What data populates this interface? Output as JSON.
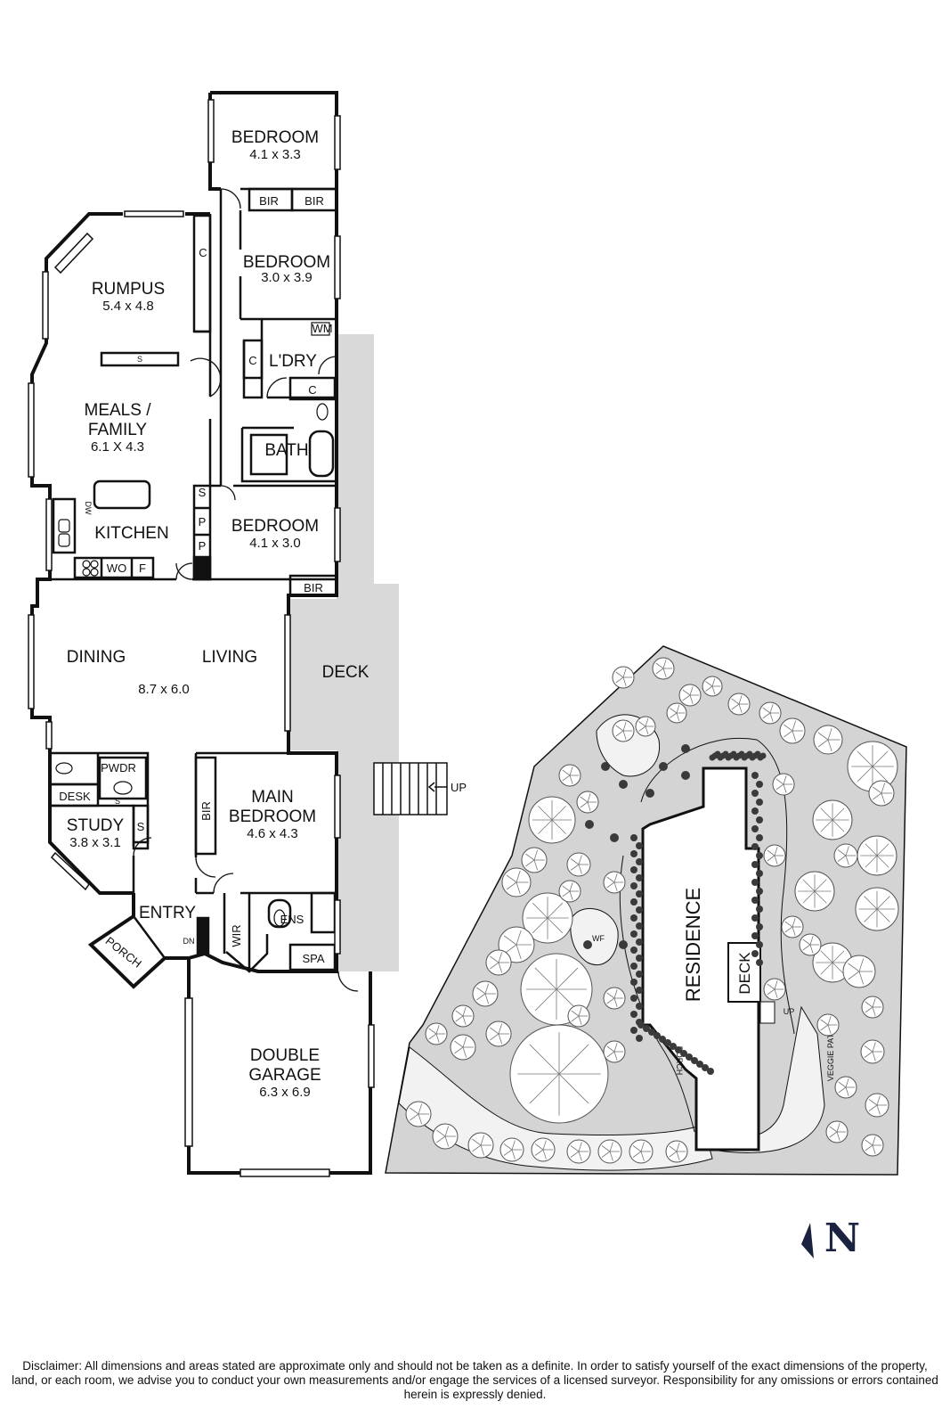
{
  "floorplan": {
    "rooms": {
      "bedroom_top": {
        "name": "BEDROOM",
        "dim": "4.1 x 3.3"
      },
      "bedroom_second": {
        "name": "BEDROOM",
        "dim": "3.0 x 3.9"
      },
      "rumpus": {
        "name": "RUMPUS",
        "dim": "5.4 x 4.8"
      },
      "meals_family": {
        "name_line1": "MEALS /",
        "name_line2": "FAMILY",
        "dim": "6.1 X 4.3"
      },
      "laundry": {
        "name": "L'DRY"
      },
      "bath": {
        "name": "BATH"
      },
      "kitchen": {
        "name": "KITCHEN"
      },
      "bedroom_third": {
        "name": "BEDROOM",
        "dim": "4.1 x 3.0"
      },
      "dining": {
        "name": "DINING"
      },
      "living": {
        "name": "LIVING"
      },
      "dining_living_dim": "8.7 x 6.0",
      "deck": {
        "name": "DECK"
      },
      "pwdr": {
        "name": "PWDR"
      },
      "desk": {
        "name": "DESK"
      },
      "study": {
        "name": "STUDY",
        "dim": "3.8 x 3.1"
      },
      "main_bedroom": {
        "name_line1": "MAIN",
        "name_line2": "BEDROOM",
        "dim": "4.6 x 4.3"
      },
      "entry": {
        "name": "ENTRY"
      },
      "porch": {
        "name": "PORCH"
      },
      "wir": {
        "name": "WIR"
      },
      "ens": {
        "name": "ENS"
      },
      "spa": {
        "name": "SPA"
      },
      "garage": {
        "name_line1": "DOUBLE",
        "name_line2": "GARAGE",
        "dim": "6.3 x 6.9"
      }
    },
    "fixtures": {
      "bir": "BIR",
      "c": "C",
      "s": "S",
      "p": "P",
      "wm": "WM",
      "wo": "WO",
      "f": "F",
      "dw": "DW",
      "up": "UP",
      "dn": "DN"
    }
  },
  "siteplan": {
    "residence": "RESIDENCE",
    "deck": "DECK",
    "wf": "WF",
    "up": "UP",
    "porch": "PORCH",
    "veggie_patch": "VEGGIE PATCH"
  },
  "compass": {
    "letter": "N"
  },
  "disclaimer": "Disclaimer: All dimensions and areas stated are approximate only and should not be taken as a definite. In order to satisfy yourself of the exact dimensions of the property, land, or each room, we advise you to conduct your own measurements and/or engage the services of a licensed surveyor. Responsibility for any omissions or errors contained herein is expressly denied.",
  "colors": {
    "deck": "#d9d9d9",
    "site_lawn": "#d4d4d4",
    "trees": "#555555",
    "walls": "#111111",
    "compass": "#1b2340"
  }
}
